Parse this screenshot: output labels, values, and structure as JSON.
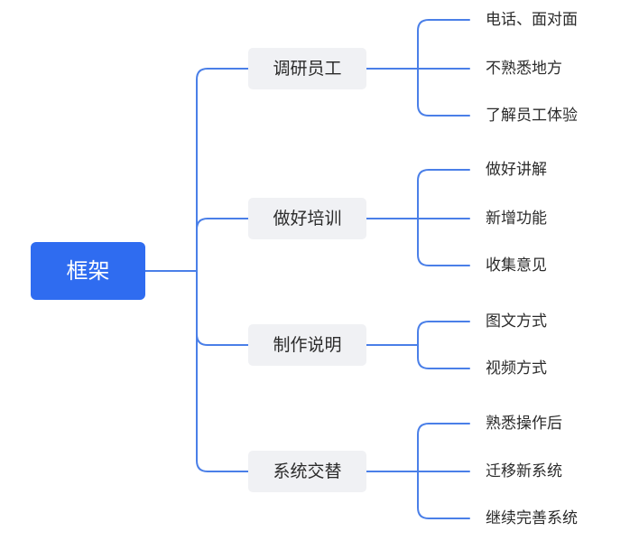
{
  "root": {
    "label": "框架"
  },
  "branches": [
    {
      "label": "调研员工",
      "children": [
        "电话、面对面",
        "不熟悉地方",
        "了解员工体验"
      ]
    },
    {
      "label": "做好培训",
      "children": [
        "做好讲解",
        "新增功能",
        "收集意见"
      ]
    },
    {
      "label": "制作说明",
      "children": [
        "图文方式",
        "视频方式"
      ]
    },
    {
      "label": "系统交替",
      "children": [
        "熟悉操作后",
        "迁移新系统",
        "继续完善系统"
      ]
    }
  ],
  "colors": {
    "root_fill": "#2f6cf0",
    "line": "#4a7fe8",
    "branch_fill": "#f0f1f4"
  }
}
